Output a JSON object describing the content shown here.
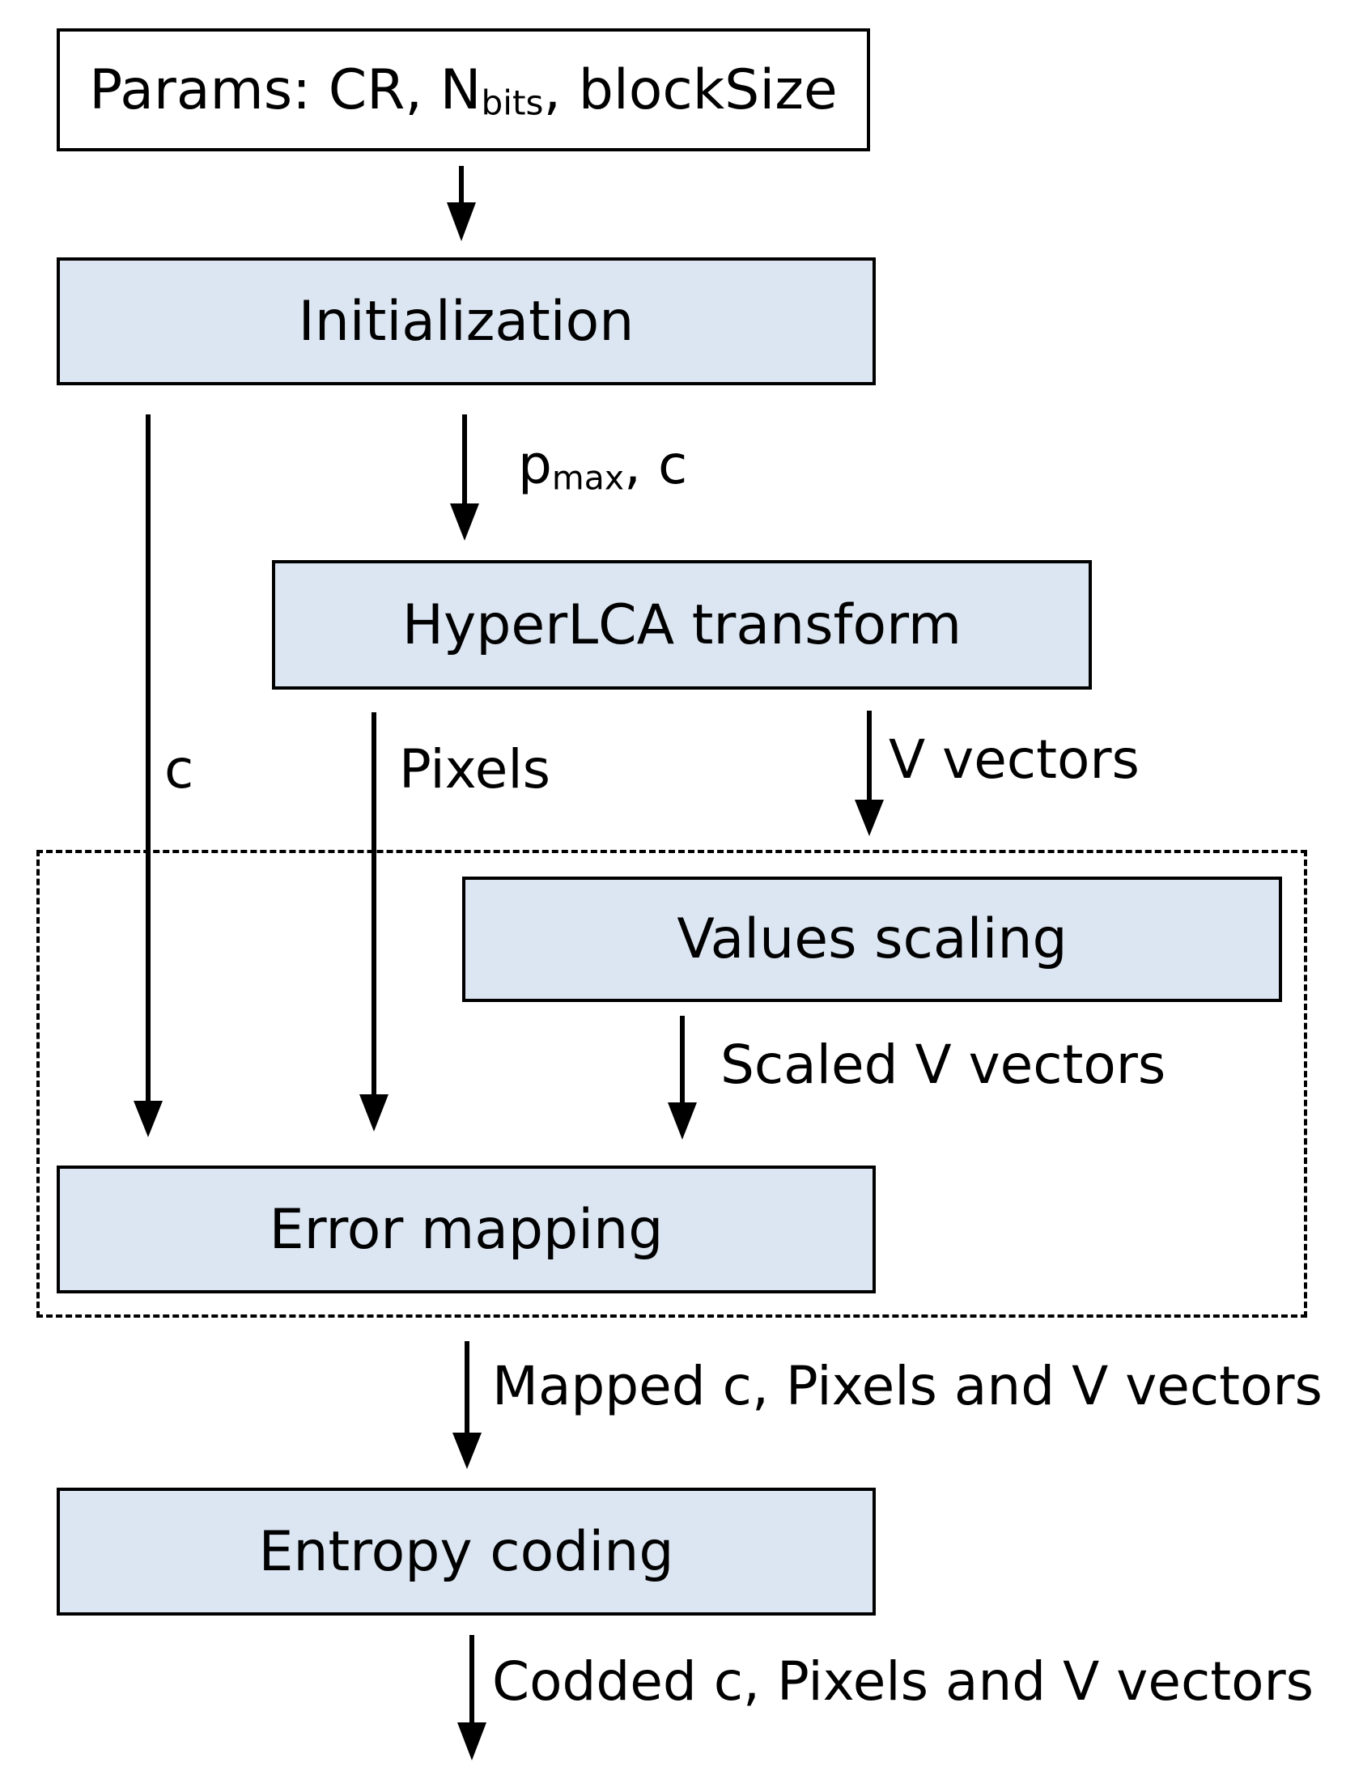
{
  "boxes": {
    "params": {
      "prefix": "Params: CR, N",
      "sub": "bits",
      "suffix": ", blockSize"
    },
    "initialization": "Initialization",
    "hyperlca": "HyperLCA transform",
    "values_scaling": "Values scaling",
    "error_mapping": "Error mapping",
    "entropy_coding": "Entropy coding"
  },
  "labels": {
    "pmax": {
      "base": "p",
      "sub": "max",
      "suffix": ", c"
    },
    "c": "c",
    "pixels": "Pixels",
    "v_vectors": "V vectors",
    "scaled_v_vectors": "Scaled V vectors",
    "mapped": "Mapped c, Pixels and V vectors",
    "codded": "Codded c, Pixels and V vectors"
  },
  "colors": {
    "box_fill": "#dce6f2",
    "stroke": "#000000"
  }
}
